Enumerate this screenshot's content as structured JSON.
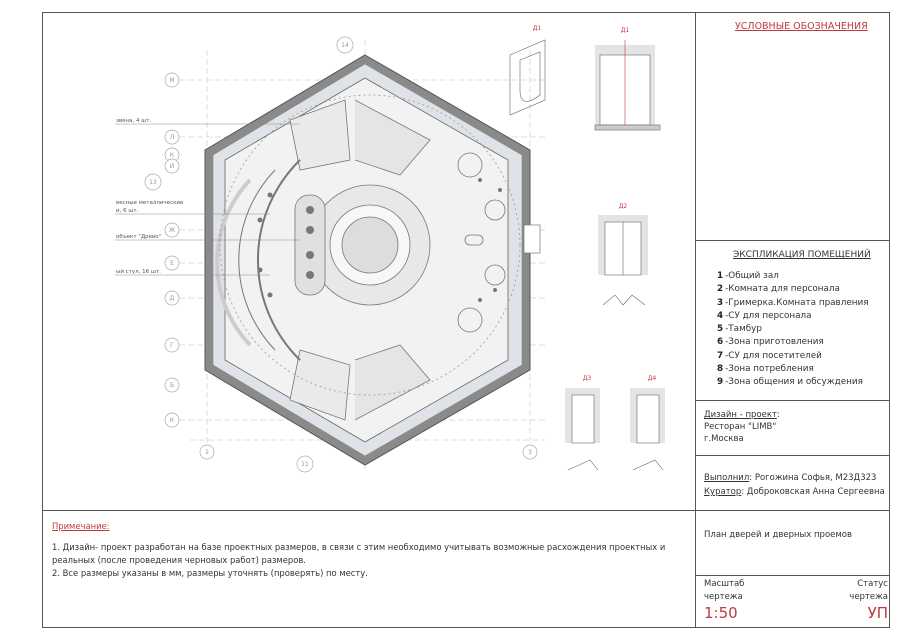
{
  "legend_title": "УСЛОВНЫЕ ОБОЗНАЧЕНИЯ",
  "explication": {
    "title": "ЭКСПЛИКАЦИЯ ПОМЕЩЕНИЙ",
    "items": [
      {
        "num": "1",
        "label": "-Общий зал"
      },
      {
        "num": "2",
        "label": "-Комната для персонала"
      },
      {
        "num": "3",
        "label": "-Гримерка.Комната правления"
      },
      {
        "num": "4",
        "label": "-СУ для персонала"
      },
      {
        "num": "5",
        "label": "-Тамбур"
      },
      {
        "num": "6",
        "label": "-Зона приготовления"
      },
      {
        "num": "7",
        "label": "-СУ для посетителей"
      },
      {
        "num": "8",
        "label": "-Зона потребления"
      },
      {
        "num": "9",
        "label": "-Зона общения и обсуждения"
      }
    ]
  },
  "project": {
    "label": "Дизайн - проект",
    "name": "Ресторан \"LIMB\"",
    "city": "г.Москва"
  },
  "authors": {
    "done_label": "Выполнил",
    "done_value": "Рогожина Софья, М23Д323",
    "curator_label": "Куратор",
    "curator_value": "Доброковская Анна Сергеевна"
  },
  "sheet_title": "План дверей и дверных проемов",
  "scale": {
    "label1": "Масштаб",
    "label2": "чертежа",
    "value": "1:50"
  },
  "status": {
    "label1": "Статус",
    "label2": "чертежа",
    "value": "УП"
  },
  "notes": {
    "title": "Примечание:",
    "line1": "1. Дизайн- проект разработан на базе проектных размеров, в связи с этим необходимо учитывать возможные расхождения проектных и реальных (после проведения черновых работ) размеров.",
    "line2": "2. Все размеры указаны в мм, размеры уточнять (проверять) по месту."
  },
  "plan_labels": {
    "l1": "звена, 4 шт.",
    "l2a": "весные металлические",
    "l2b": "и, 6 шт.",
    "l3": "объект \"Древо\"",
    "l4": "ый стул, 16 шт."
  },
  "axes": [
    "М",
    "Л",
    "К",
    "И",
    "13",
    "Ж",
    "Е",
    "Д",
    "Г",
    "Б",
    "К",
    "14",
    "2",
    "11",
    "3"
  ],
  "doors": [
    "Д1",
    "Д1",
    "Д2",
    "Д3",
    "Д4"
  ],
  "colors": {
    "accent": "#c0393b",
    "wall": "#8a8a8a",
    "fill": "#dfe3e8"
  }
}
